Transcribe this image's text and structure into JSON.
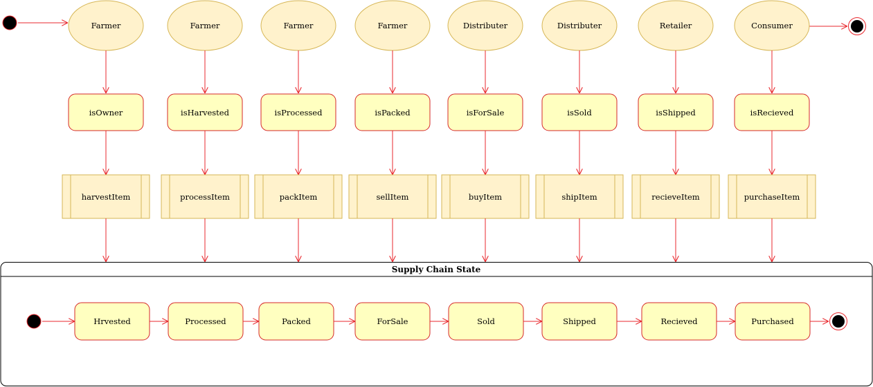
{
  "columns": [
    {
      "actor": "Farmer",
      "state": "isOwner",
      "process": "harvestItem"
    },
    {
      "actor": "Farmer",
      "state": "isHarvested",
      "process": "processItem"
    },
    {
      "actor": "Farmer",
      "state": "isProcessed",
      "process": "packItem"
    },
    {
      "actor": "Farmer",
      "state": "isPacked",
      "process": "sellItem"
    },
    {
      "actor": "Distributer",
      "state": "isForSale",
      "process": "buyItem"
    },
    {
      "actor": "Distributer",
      "state": "isSold",
      "process": "shipItem"
    },
    {
      "actor": "Retailer",
      "state": "isShipped",
      "process": "recieveItem"
    },
    {
      "actor": "Consumer",
      "state": "isRecieved",
      "process": "purchaseItem"
    }
  ],
  "container": {
    "title": "Supply Chain State",
    "states": [
      "Hrvested",
      "Processed",
      "Packed",
      "ForSale",
      "Sold",
      "Shipped",
      "Recieved",
      "Purchased"
    ]
  },
  "colors": {
    "edge": "#e8272c",
    "actor_fill": "#fff2cc",
    "state_fill": "#ffffc0"
  }
}
